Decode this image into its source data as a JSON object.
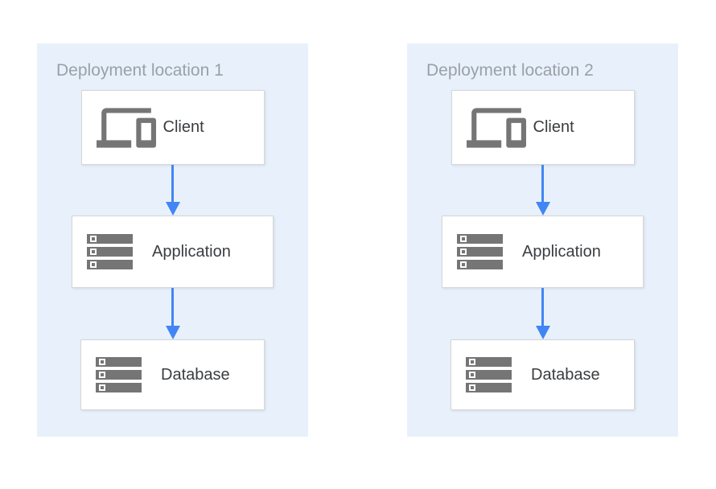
{
  "colors": {
    "container_bg": "#e8f1fb",
    "title_gray": "#9aa0a6",
    "box_border": "#d7d7d7",
    "box_text": "#3a3d40",
    "icon_gray": "#757575",
    "arrow_blue": "#4285f4",
    "page_bg": "#ffffff"
  },
  "diagram": {
    "deployments": [
      {
        "title": "Deployment location 1",
        "nodes": [
          {
            "label": "Client",
            "icon": "devices-icon"
          },
          {
            "label": "Application",
            "icon": "server-stack-icon"
          },
          {
            "label": "Database",
            "icon": "server-stack-icon"
          }
        ],
        "connections": [
          {
            "from": "Client",
            "to": "Application",
            "style": "arrow-down"
          },
          {
            "from": "Application",
            "to": "Database",
            "style": "arrow-down"
          }
        ]
      },
      {
        "title": "Deployment location 2",
        "nodes": [
          {
            "label": "Client",
            "icon": "devices-icon"
          },
          {
            "label": "Application",
            "icon": "server-stack-icon"
          },
          {
            "label": "Database",
            "icon": "server-stack-icon"
          }
        ],
        "connections": [
          {
            "from": "Client",
            "to": "Application",
            "style": "arrow-down"
          },
          {
            "from": "Application",
            "to": "Database",
            "style": "arrow-down"
          }
        ]
      }
    ]
  }
}
